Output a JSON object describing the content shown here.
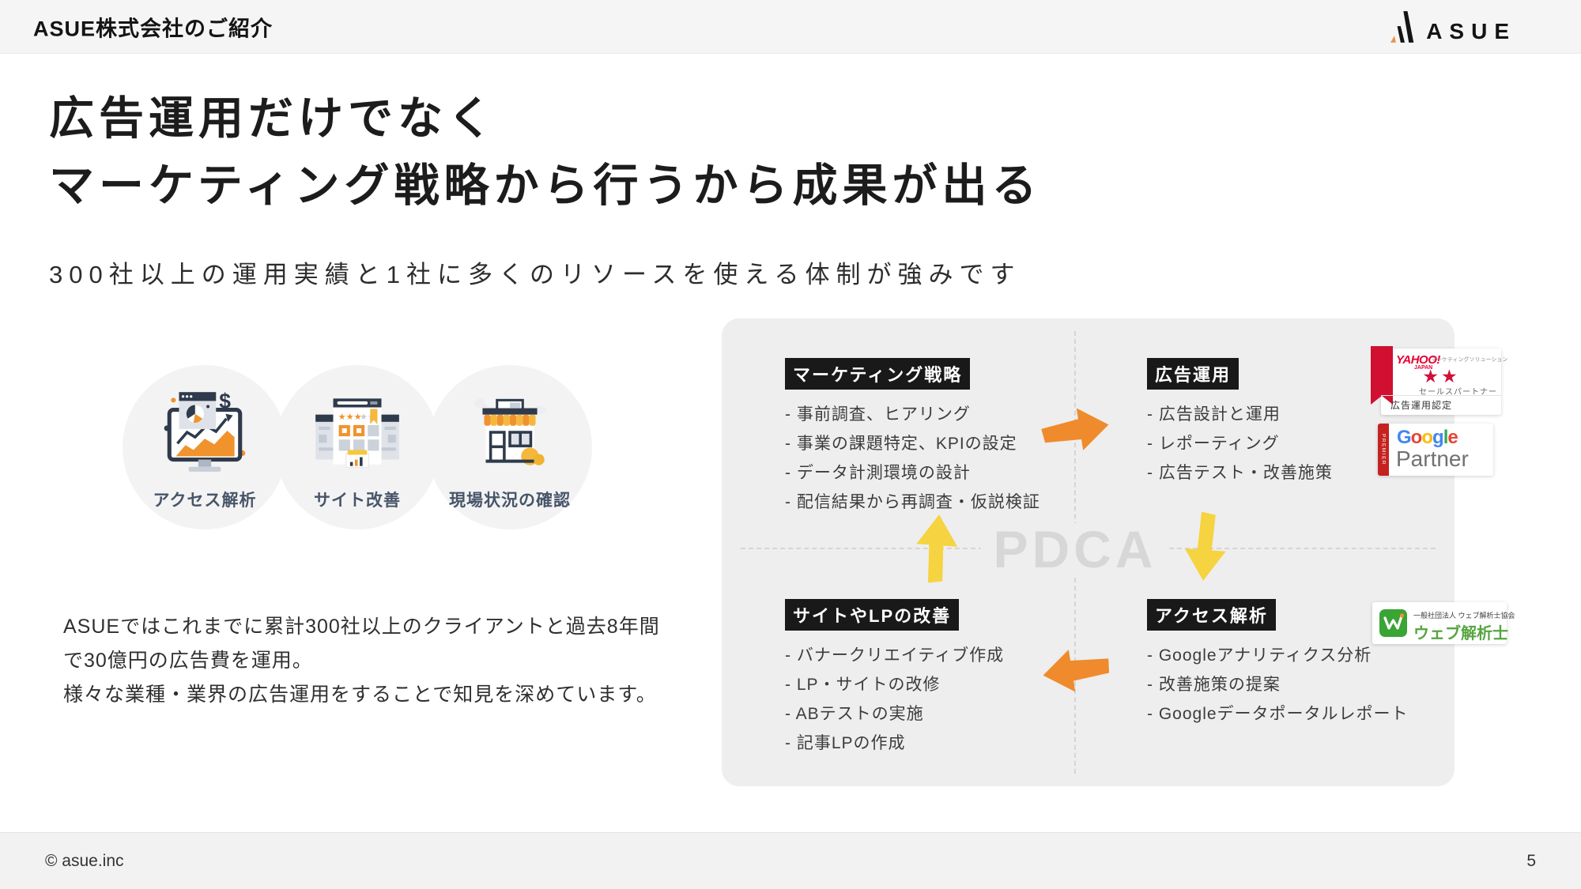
{
  "header": {
    "title": "ASUE株式会社のご紹介",
    "logo_text": "ASUE"
  },
  "hero": {
    "title_line1": "広告運用だけでなく",
    "title_line2": "マーケティング戦略から行うから成果が出る",
    "subtitle": "300社以上の運用実績と1社に多くのリソースを使える体制が強みです"
  },
  "features": [
    {
      "label": "アクセス解析",
      "icon": "analytics-monitor-icon"
    },
    {
      "label": "サイト改善",
      "icon": "site-improvement-icon"
    },
    {
      "label": "現場状況の確認",
      "icon": "storefront-icon"
    }
  ],
  "feature_glyphs": {
    "dollar": "$",
    "stars_active": "★★★",
    "stars_inactive": "★★"
  },
  "description": {
    "line1": "ASUEではこれまでに累計300社以上のクライアントと過去8年間",
    "line2": "で30億円の広告費を運用。",
    "line3": "様々な業種・業界の広告運用をすることで知見を深めています。"
  },
  "pdca": {
    "center_label": "PDCA",
    "quadrants": [
      {
        "title": "マーケティング戦略",
        "items": [
          "- 事前調査、ヒアリング",
          "- 事業の課題特定、KPIの設定",
          "- データ計測環境の設計",
          "- 配信結果から再調査・仮説検証"
        ]
      },
      {
        "title": "広告運用",
        "items": [
          "- 広告設計と運用",
          "- レポーティング",
          "- 広告テスト・改善施策"
        ]
      },
      {
        "title": "サイトやLPの改善",
        "items": [
          "- バナークリエイティブ作成",
          "- LP・サイトの改修",
          "- ABテストの実施",
          "- 記事LPの作成"
        ]
      },
      {
        "title": "アクセス解析",
        "items": [
          "- Googleアナリティクス分析",
          "- 改善施策の提案",
          "- Googleデータポータルレポート"
        ]
      }
    ],
    "colors": {
      "orange_arrow": "#ef8b2c",
      "yellow_arrow": "#f6d340",
      "panel": "#eeeeef"
    }
  },
  "badges": {
    "yahoo": {
      "brand": "YAHOO!",
      "brand_sub": "JAPAN",
      "program": "マーケティングソリューション",
      "stars": "★★",
      "partner_type": "セールスパートナー",
      "certification": "広告運用認定"
    },
    "google": {
      "tier": "PREMIER",
      "brand_letters": [
        "G",
        "o",
        "o",
        "g",
        "l",
        "e"
      ],
      "partner": "Partner"
    },
    "waca": {
      "org": "一般社団法人 ウェブ解析士協会",
      "name": "ウェブ解析士"
    }
  },
  "footer": {
    "copyright": "© asue.inc",
    "page": "5"
  }
}
